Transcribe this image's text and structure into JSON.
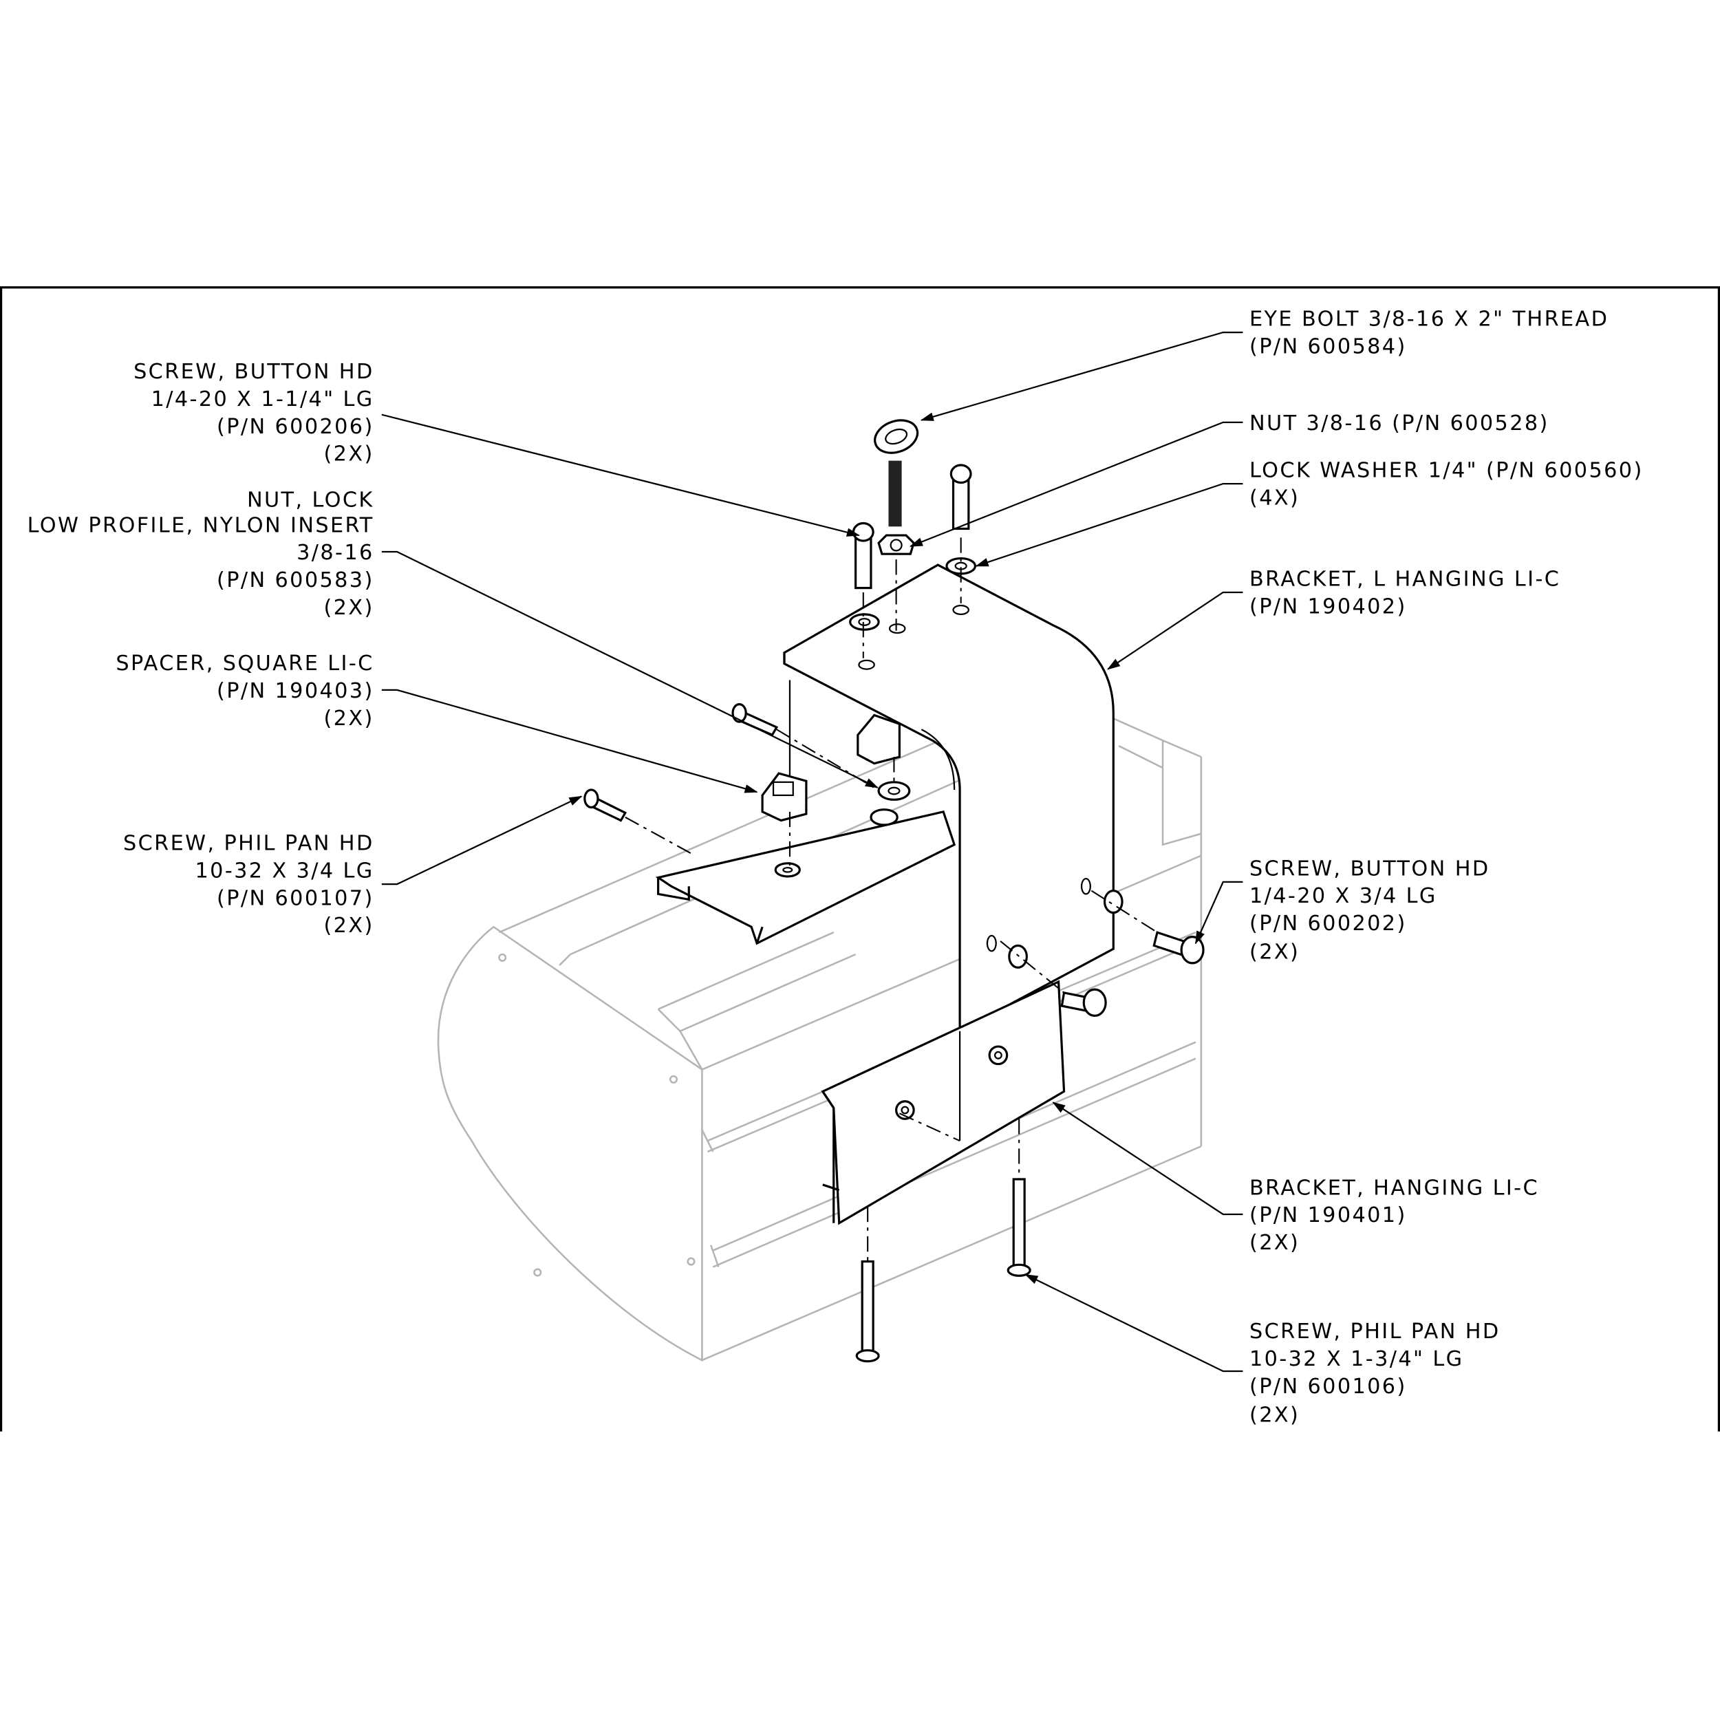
{
  "callouts_left": [
    {
      "lines": [
        "SCREW, BUTTON HD",
        "1/4-20 X 1-1/4\" LG",
        "(P/N 600206)",
        "(2X)"
      ]
    },
    {
      "lines": [
        "NUT, LOCK",
        "LOW PROFILE, NYLON INSERT",
        "3/8-16",
        "(P/N 600583)",
        "(2X)"
      ]
    },
    {
      "lines": [
        "SPACER, SQUARE LI-C",
        "(P/N 190403)",
        "(2X)"
      ]
    },
    {
      "lines": [
        "SCREW, PHIL PAN HD",
        "10-32 X 3/4 LG",
        "(P/N 600107)",
        "(2X)"
      ]
    }
  ],
  "callouts_right": [
    {
      "lines": [
        "EYE BOLT 3/8-16 X 2\" THREAD",
        "(P/N 600584)"
      ]
    },
    {
      "lines": [
        "NUT 3/8-16 (P/N 600528)"
      ]
    },
    {
      "lines": [
        "LOCK WASHER 1/4\" (P/N 600560)",
        "(4X)"
      ]
    },
    {
      "lines": [
        "BRACKET, L HANGING LI-C",
        "(P/N 190402)"
      ]
    },
    {
      "lines": [
        "SCREW, BUTTON HD",
        "1/4-20 X 3/4 LG",
        "(P/N 600202)",
        "(2X)"
      ]
    },
    {
      "lines": [
        "BRACKET, HANGING LI-C",
        "(P/N 190401)",
        "(2X)"
      ]
    },
    {
      "lines": [
        "SCREW, PHIL PAN HD",
        "10-32 X 1-3/4\" LG",
        "(P/N 600106)",
        "(2X)"
      ]
    }
  ]
}
